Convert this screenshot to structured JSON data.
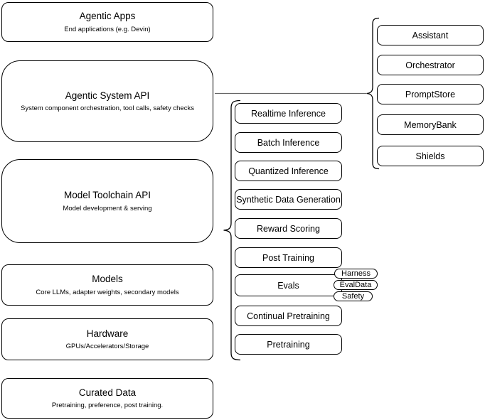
{
  "diagram": {
    "left_stack": [
      {
        "title": "Agentic Apps",
        "subtitle": "End applications (e.g. Devin)"
      },
      {
        "title": "Agentic System API",
        "subtitle": "System component orchestration, tool calls, safety checks"
      },
      {
        "title": "Model Toolchain API",
        "subtitle": "Model development & serving"
      },
      {
        "title": "Models",
        "subtitle": "Core LLMs, adapter weights, secondary models"
      },
      {
        "title": "Hardware",
        "subtitle": "GPUs/Accelerators/Storage"
      },
      {
        "title": "Curated Data",
        "subtitle": "Pretraining, preference, post training."
      }
    ],
    "toolchain_group": {
      "items": [
        "Realtime Inference",
        "Batch Inference",
        "Quantized Inference",
        "Synthetic Data Generation",
        "Reward Scoring",
        "Post Training",
        "Evals",
        "Continual Pretraining",
        "Pretraining"
      ],
      "evals_pills": [
        "Harness",
        "EvalData",
        "Safety"
      ]
    },
    "system_group": {
      "items": [
        "Assistant",
        "Orchestrator",
        "PromptStore",
        "MemoryBank",
        "Shields"
      ]
    },
    "colors": {
      "stroke": "#000000",
      "fill": "#ffffff",
      "connector": "#666666"
    }
  }
}
